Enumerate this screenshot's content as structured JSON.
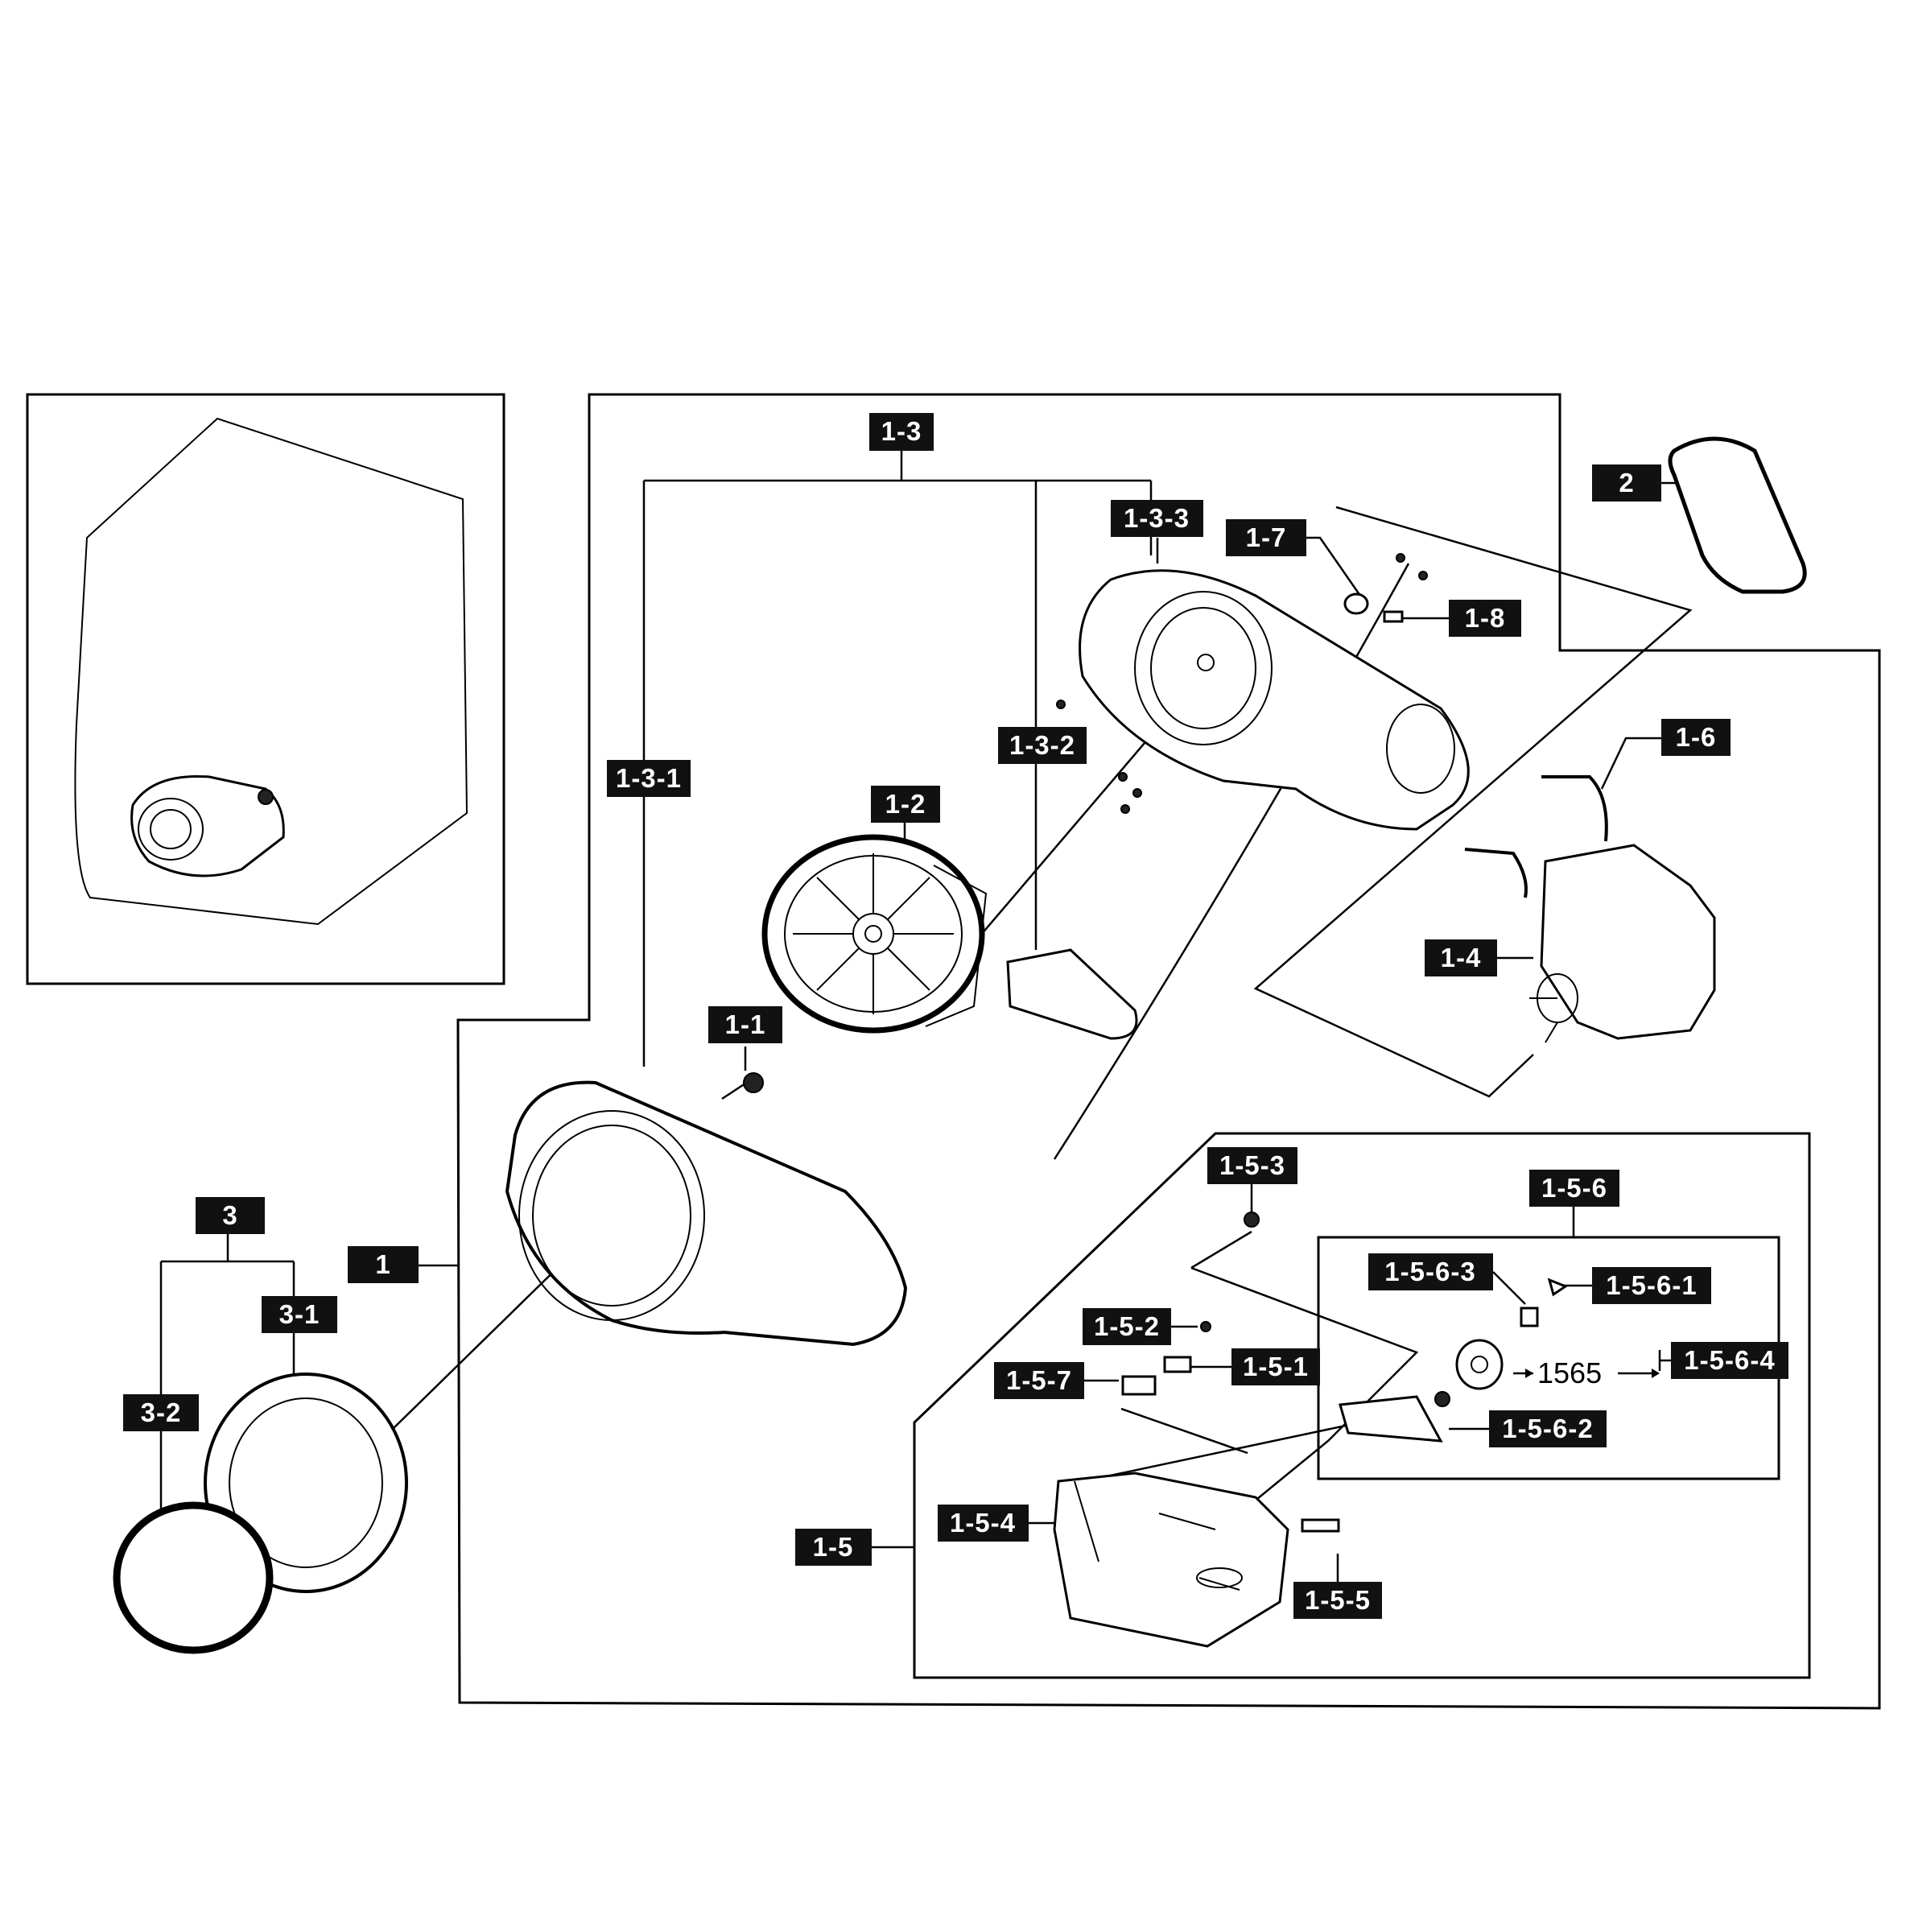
{
  "callouts": {
    "c_1_3": "1-3",
    "c_2": "2",
    "c_1_3_3": "1-3-3",
    "c_1_7": "1-7",
    "c_1_8": "1-8",
    "c_1_6": "1-6",
    "c_1_3_1": "1-3-1",
    "c_1_3_2": "1-3-2",
    "c_1_2": "1-2",
    "c_1_4": "1-4",
    "c_1_1": "1-1",
    "c_1_5_3": "1-5-3",
    "c_1_5_6": "1-5-6",
    "c_3": "3",
    "c_1": "1",
    "c_1_5_6_3": "1-5-6-3",
    "c_1_5_6_1": "1-5-6-1",
    "c_3_1": "3-1",
    "c_1_5_2": "1-5-2",
    "c_1_5_1": "1-5-1",
    "c_1_5_6_4": "1-5-6-4",
    "c_1_5_7": "1-5-7",
    "c_3_2": "3-2",
    "c_1_5_6_2": "1-5-6-2",
    "c_1_5_4": "1-5-4",
    "c_1_5": "1-5",
    "c_1_5_5": "1-5-5"
  },
  "annotations": {
    "ref_1565": "1565"
  }
}
